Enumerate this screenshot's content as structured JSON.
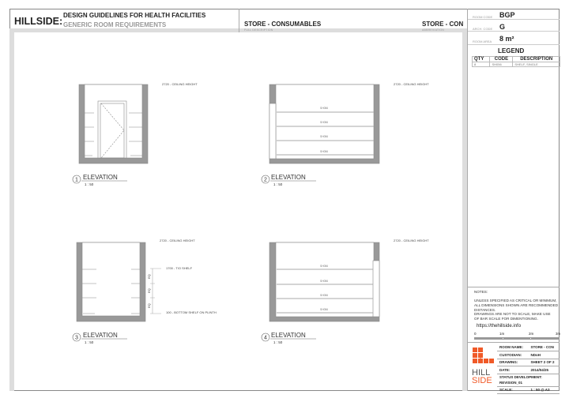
{
  "header": {
    "brand": "HILLSIDE:",
    "title": "DESIGN GUIDELINES FOR HEALTH FACILITIES",
    "subtitle": "GENERIC ROOM REQUIREMENTS",
    "room_name": "STORE - CONSUMABLES",
    "room_name_label": "FULL DESCRIPTION",
    "abbreviation": "STORE - CON",
    "abbreviation_label": "ABBREVIATION"
  },
  "room_info": {
    "room_code_label": "ROOM CODE",
    "room_code": "BGP",
    "arch_code_label": "ARCH. CODE",
    "arch_code": "G",
    "room_area_label": "ROOM AREA",
    "room_area": "8 m²"
  },
  "legend": {
    "title": "LEGEND",
    "columns": [
      "QTY",
      "CODE",
      "DESCRIPTION"
    ],
    "rows": [
      {
        "qty": "8",
        "code": "SH056",
        "description": "SHELF, SINGLE"
      }
    ]
  },
  "notes": {
    "title": "NOTES:",
    "note1": "UNLESS SPECIFIED AS CRITICAL OR MINIMUM, ALL DIMENSIONS SHOWN ARE RECOMMENDED DISTANCES.",
    "note2": "DRAWINGS ARE NOT TO SCALE, MAKE USE OF BAR SCALE FOR DIMENTIONING.",
    "url": "https://thehillside.info"
  },
  "scale_bar": {
    "ticks": [
      "0",
      "1m",
      "2m",
      "3m"
    ]
  },
  "title_block": {
    "rows": [
      {
        "label": "ROOM NAME:",
        "value": "STORE - CON"
      },
      {
        "label": "CUSTODIAN:",
        "value": "NDoH"
      },
      {
        "label": "DRAWING:",
        "value": "SHEET 2 OF 2"
      },
      {
        "label": "DATE:",
        "value": "2014/04/25"
      }
    ],
    "status_label": "STATUS DEVELOPMENT:",
    "status": "REVISION_01",
    "scale_label": "SCALE:",
    "scale": "1 : 50 @ A3",
    "logo_top": "HILL",
    "logo_bottom": "SIDE"
  },
  "drawings": {
    "ceiling": "2720 - CEILING HEIGHT",
    "shelf_top": "1700 - T/O SHELF",
    "shelf_bottom": "100 - BOTTOM SHELF ON PLINTH",
    "eq": "EQ",
    "shelf_code": "SH056",
    "elevations": [
      {
        "num": "1",
        "title": "ELEVATION",
        "scale": "1 : 50"
      },
      {
        "num": "2",
        "title": "ELEVATION",
        "scale": "1 : 50"
      },
      {
        "num": "3",
        "title": "ELEVATION",
        "scale": "1 : 50"
      },
      {
        "num": "4",
        "title": "ELEVATION",
        "scale": "1 : 50"
      }
    ]
  },
  "colors": {
    "wall": "#999999",
    "logo": "#f05a28"
  }
}
